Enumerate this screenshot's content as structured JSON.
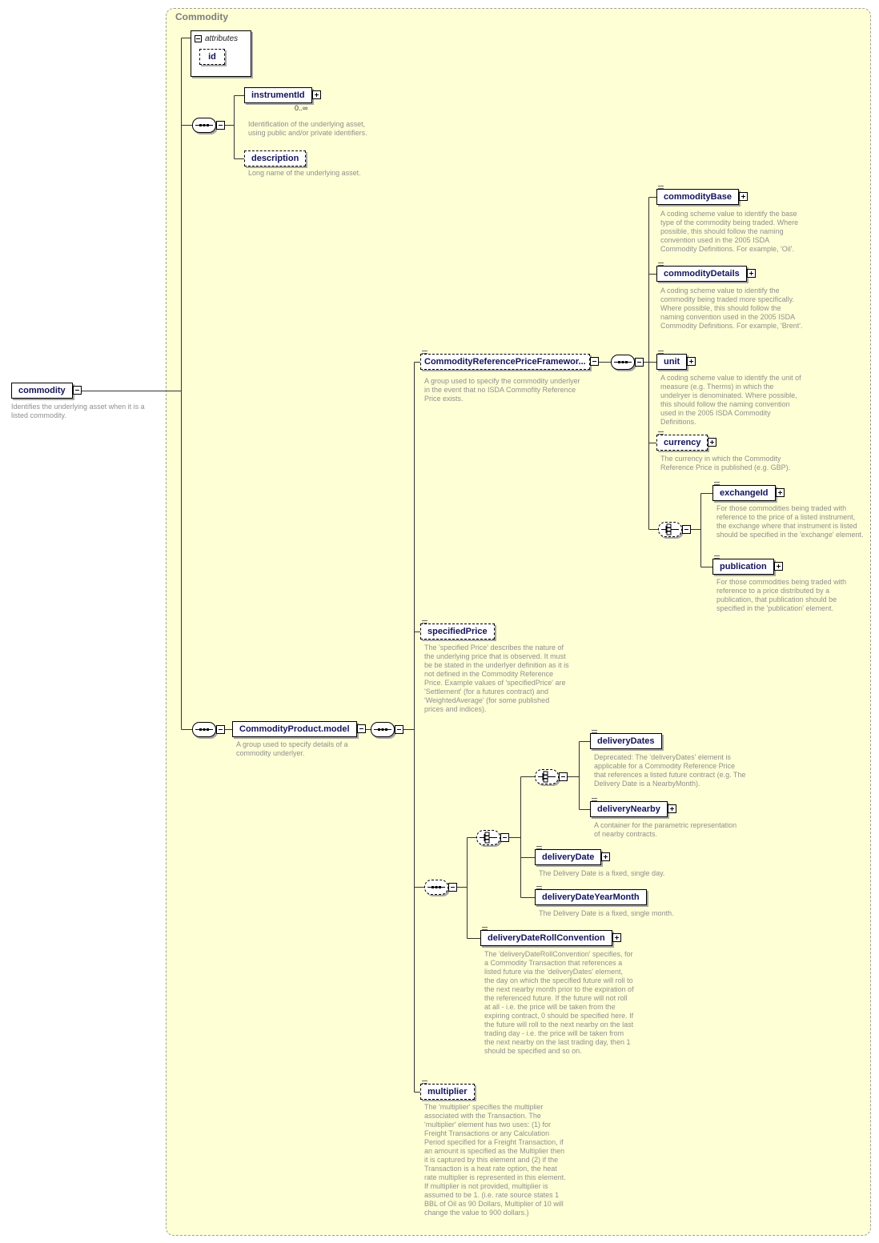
{
  "container": {
    "title": "Commodity"
  },
  "root": {
    "label": "commodity",
    "desc": "Identifies the underlying asset when it is a listed commodity."
  },
  "attributes": {
    "header": "attributes",
    "items": [
      {
        "label": "id"
      }
    ]
  },
  "elements": {
    "instrumentId": {
      "label": "instrumentId",
      "occurs": "0..∞",
      "desc": "Identification of the underlying asset, using public and/or private identifiers."
    },
    "description": {
      "label": "description",
      "desc": "Long name of the underlying asset."
    },
    "commodityProductModel": {
      "label": "CommodityProduct.model",
      "desc": "A group used to specify details of a commodity underlyer."
    },
    "commodityReferencePriceFramework": {
      "label": "CommodityReferencePriceFramewor...",
      "desc": "A group used to specify the commodity underlyer in the event that no ISDA Commofity Reference Price exists."
    },
    "commodityBase": {
      "label": "commodityBase",
      "desc": "A coding scheme value to identify the base type of the commodity being traded. Where possible, this should follow the naming convention used in the 2005 ISDA Commodity Definitions. For example, 'Oil'."
    },
    "commodityDetails": {
      "label": "commodityDetails",
      "desc": "A coding scheme value to identify the commodity being traded more specifically. Where possible, this should follow the naming convention used in the 2005 ISDA Commodity Definitions. For example, 'Brent'."
    },
    "unit": {
      "label": "unit",
      "desc": "A coding scheme value to identify the unit of measure (e.g. Therms) in which the undelryer is denominated. Where possible, this should follow the naming convention used in the 2005 ISDA Commodity Definitions."
    },
    "currency": {
      "label": "currency",
      "desc": "The currency in which the Commodity Reference Price is published (e.g. GBP)."
    },
    "exchangeId": {
      "label": "exchangeId",
      "desc": "For those commodities being traded with reference to the price of a listed instrument, the exchange where that instrument is listed should be specified in the 'exchange' element."
    },
    "publication": {
      "label": "publication",
      "desc": "For those commodities being traded with reference to a price distributed by a publication, that publication should be specified in the 'publication' element."
    },
    "specifiedPrice": {
      "label": "specifiedPrice",
      "desc": "The 'specified Price' describes the nature of the underlying price that is observed. It must be be stated in the underlyer definition as it is not defined in the Commodity Reference Price. Example values of 'specifiedPrice' are 'Settlement' (for a futures contract) and 'WeightedAverage' (for some published prices and indices)."
    },
    "deliveryDates": {
      "label": "deliveryDates",
      "desc": "Deprecated: The 'deliveryDates' element is applicable for a Commodity Reference Price that references a listed future contract (e.g. The Delivery Date is a NearbyMonth)."
    },
    "deliveryNearby": {
      "label": "deliveryNearby",
      "desc": "A container for the parametric representation of nearby contracts."
    },
    "deliveryDate": {
      "label": "deliveryDate",
      "desc": "The Delivery Date is a fixed, single day."
    },
    "deliveryDateYearMonth": {
      "label": "deliveryDateYearMonth",
      "desc": "The Delivery Date is a fixed, single month."
    },
    "deliveryDateRollConvention": {
      "label": "deliveryDateRollConvention",
      "desc": "The 'deliveryDateRollConvention' specifies, for a Commodity Transaction that references a listed future via the 'deliveryDates' element, the day on which the specified future will roll to the next nearby month prior to the expiration of the referenced future. If the future will not roll at all - i.e. the price will be taken from the expiring contract, 0 should be specified here. If the future will roll to the next nearby on the last trading day - i.e. the price will be taken from the next nearby on the last trading day, then 1 should be specified and so on."
    },
    "multiplier": {
      "label": "multiplier",
      "desc": "The 'multiplier' specifies the multiplier associated with the Transaction. The 'multiplier' element has two uses: (1) for Freight Transactions or any Calculation Period specified for a Freight Transaction, if an amount is specified as the Multiplier then it is captured by this element and (2) if the Transaction is a heat rate option, the heat rate multiplier is represented in this element. If multiplier is not provided, multiplier is assumed to be 1. (i.e. rate source states 1 BBL of Oil as 90 Dollars, Multiplier of 10 will change the value to 900 dollars.)"
    }
  }
}
